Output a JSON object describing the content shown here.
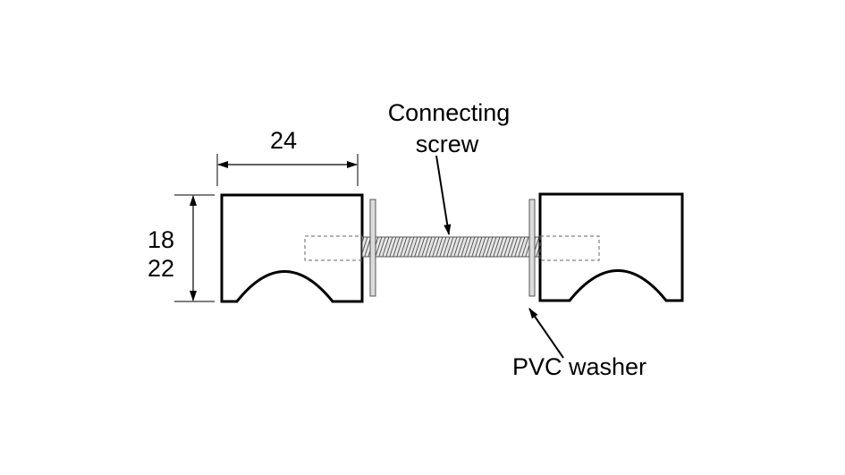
{
  "diagram": {
    "labels": {
      "width_dimension": "24",
      "height_dimension_line1": "18",
      "height_dimension_line2": "22",
      "screw_label_line1": "Connecting",
      "screw_label_line2": "screw",
      "washer_label": "PVC washer"
    },
    "components": [
      {
        "id": "left-block",
        "type": "clamp-block"
      },
      {
        "id": "left-washer",
        "type": "pvc-washer"
      },
      {
        "id": "connecting-screw",
        "type": "threaded-rod"
      },
      {
        "id": "right-washer",
        "type": "pvc-washer"
      },
      {
        "id": "right-block",
        "type": "clamp-block"
      }
    ],
    "colors": {
      "outline": "#000000",
      "washer_fill": "#dcdcdc",
      "washer_stroke": "#555555",
      "dashed": "#666666",
      "screw_hatch": "#555555"
    }
  }
}
